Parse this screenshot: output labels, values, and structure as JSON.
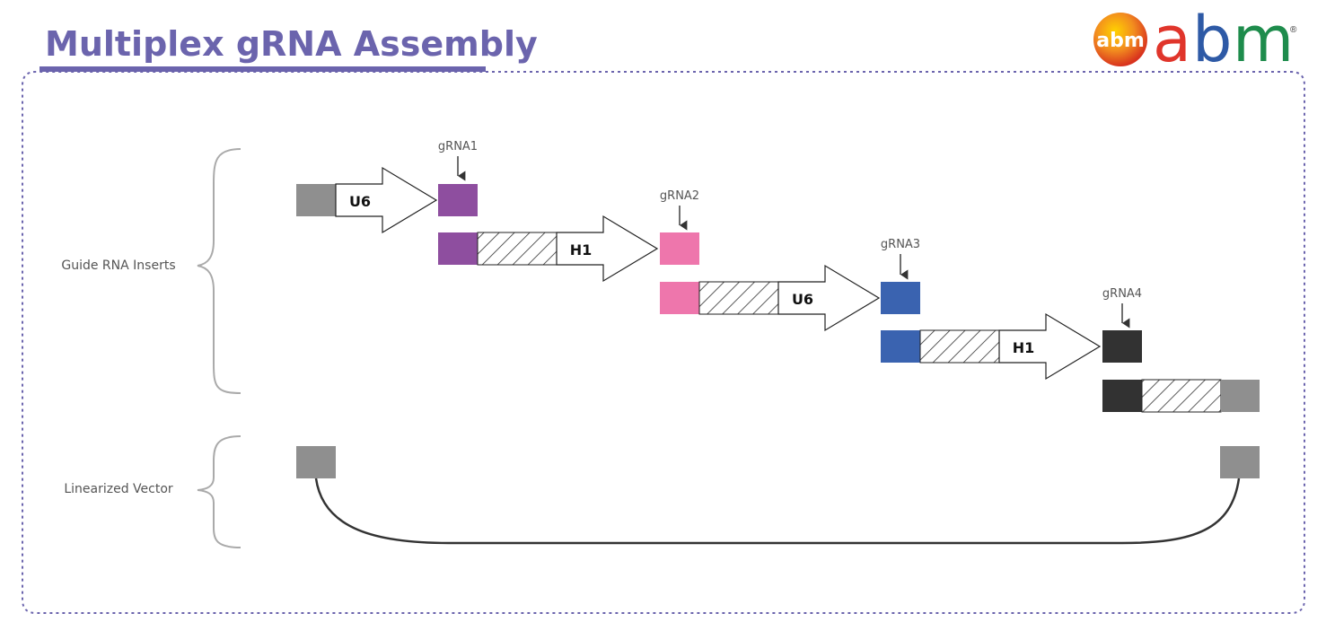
{
  "header": {
    "title": "Multiplex gRNA Assembly",
    "title_color": "#6b64ad"
  },
  "logo": {
    "badge_text": "abm",
    "wordmark_letters": [
      "a",
      "b",
      "m"
    ],
    "registered_mark": "®",
    "colors": {
      "a": "#e0352b",
      "b": "#2e5aa6",
      "m": "#1e8c4c",
      "badge": "#e94e1b"
    }
  },
  "groups": {
    "inserts_label": "Guide RNA Inserts",
    "vector_label": "Linearized Vector"
  },
  "grnas": [
    {
      "label": "gRNA1",
      "color": "#8e4e9f"
    },
    {
      "label": "gRNA2",
      "color": "#ee76ac"
    },
    {
      "label": "gRNA3",
      "color": "#3a63b0"
    },
    {
      "label": "gRNA4",
      "color": "#323232"
    }
  ],
  "promoters": [
    "U6",
    "H1",
    "U6",
    "H1"
  ],
  "colors": {
    "vector_end": "#8f8f8f",
    "border_dots": "#6b64ad",
    "curve": "#333333",
    "brace": "#aaaaaa",
    "hatch": "#333333"
  }
}
